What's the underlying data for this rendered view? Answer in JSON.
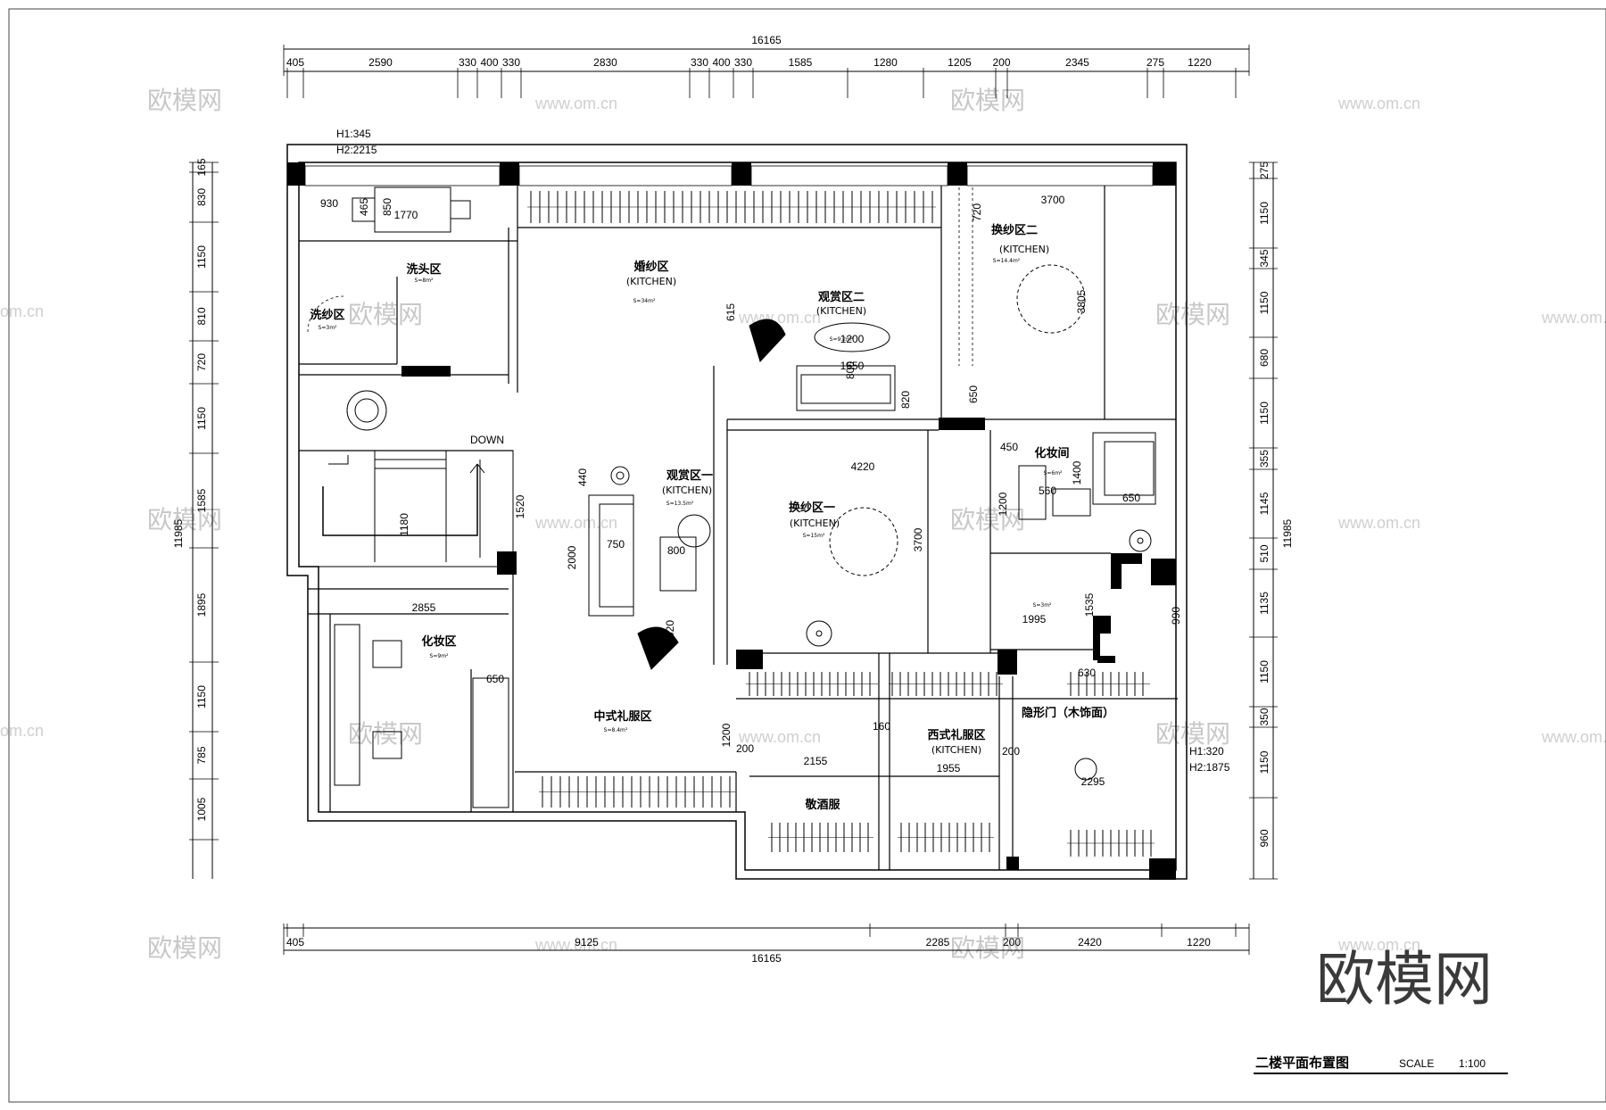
{
  "dimensions": {
    "top_total": "16165",
    "top": [
      "405",
      "2590",
      "330",
      "400",
      "330",
      "2830",
      "330",
      "400",
      "330",
      "1585",
      "1280",
      "1205",
      "200",
      "2345",
      "275",
      "1220"
    ],
    "bottom_total": "16165",
    "bottom": [
      "405",
      "9125",
      "2285",
      "200",
      "2420",
      "1220"
    ],
    "left_total": "11985",
    "left": [
      "165",
      "830",
      "1150",
      "810",
      "720",
      "1150",
      "1585",
      "1895",
      "1150",
      "785",
      "1005"
    ],
    "right_total": "11985",
    "right": [
      "275",
      "1150",
      "345",
      "1150",
      "680",
      "1150",
      "355",
      "1145",
      "510",
      "1135",
      "1150",
      "350",
      "1150",
      "960"
    ]
  },
  "heights": {
    "top_left_h1": "H1:345",
    "top_left_h2": "H2:2215",
    "right_h1": "H1:320",
    "right_h2": "H2:1875"
  },
  "rooms": {
    "hair_wash": {
      "name": "洗头区",
      "area": "S=8m²"
    },
    "gauze_wash": {
      "name": "洗纱区",
      "area": "S=3m²"
    },
    "wedding": {
      "name": "婚纱区",
      "sub": "(KITCHEN)",
      "area": "S=34m²"
    },
    "view2": {
      "name": "观赏区二",
      "sub": "(KITCHEN)",
      "area": "S=9.2m²"
    },
    "change2": {
      "name": "换纱区二",
      "sub": "(KITCHEN)",
      "area": "S=14.4m²"
    },
    "view1": {
      "name": "观赏区一",
      "sub": "(KITCHEN)",
      "area": "S=13.5m²"
    },
    "change1": {
      "name": "换纱区一",
      "sub": "(KITCHEN)",
      "area": "S=15m²"
    },
    "makeup_room": {
      "name": "化妆间",
      "area": "S=6m²"
    },
    "makeup_area": {
      "name": "化妆区",
      "area": "S=9m²"
    },
    "chinese_dress": {
      "name": "中式礼服区",
      "area": "S=8.4m²"
    },
    "western_dress": {
      "name": "西式礼服区",
      "sub": "(KITCHEN)"
    },
    "toast_dress": {
      "name": "敬酒服"
    },
    "small_room": {
      "area": "S=3m²"
    },
    "hidden_door": {
      "name": "隐形门（木饰面）"
    }
  },
  "inner_dims": [
    "930",
    "465",
    "850",
    "1770",
    "720",
    "3700",
    "3805",
    "615",
    "1200",
    "800",
    "1650",
    "820",
    "650",
    "440",
    "2000",
    "750",
    "800",
    "1520",
    "1180",
    "4220",
    "3700",
    "450",
    "1400",
    "1200",
    "560",
    "650",
    "1535",
    "1995",
    "990",
    "2855",
    "650",
    "620",
    "1200",
    "200",
    "160",
    "200",
    "2155",
    "1955",
    "630",
    "2295"
  ],
  "labels": {
    "down": "DOWN"
  },
  "watermark": {
    "logo": "欧模网",
    "url": "www.om.cn",
    "url_left": "om.cn"
  },
  "title_block": {
    "title": "二楼平面布置图",
    "scale_label": "SCALE",
    "scale_value": "1:100"
  }
}
